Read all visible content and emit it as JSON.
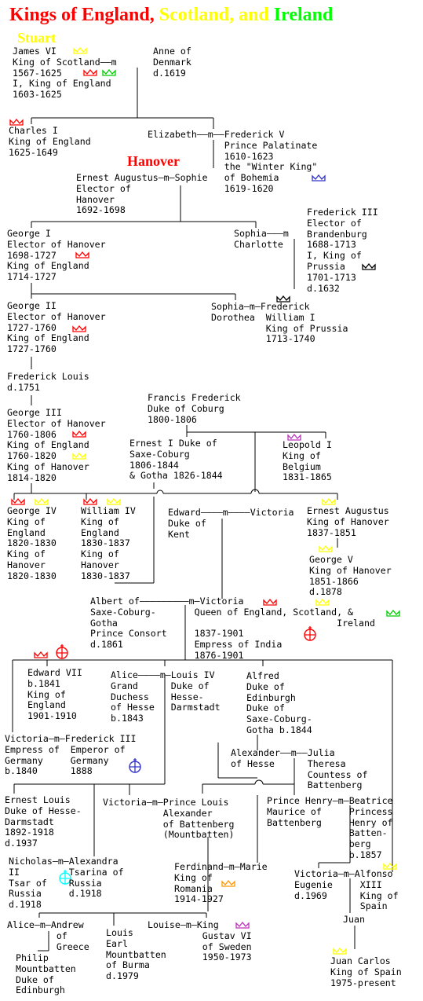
{
  "title": {
    "part1": "Kings of England,",
    "part2": "Scotland,",
    "part3": "and",
    "part4": "Ireland",
    "colors": {
      "england": "#ff0000",
      "scotland": "#ffff00",
      "ireland": "#00ff00"
    }
  },
  "sections": {
    "stuart": "Stuart",
    "hanover": "Hanover"
  },
  "colors": {
    "england": "#ff0000",
    "scotland": "#ffff00",
    "ireland": "#00ff00",
    "bohemia": "#3333cc",
    "prussia": "#000000",
    "belgium": "#bb33bb",
    "romania": "#ff9900",
    "sweden": "#bb33bb",
    "spain": "#ffff00",
    "russia": "#00ffff",
    "india": "#ff0000",
    "germany": "#3333cc"
  },
  "nodes": {
    "james_vi": "James VI\nKing of Scotland——m\n1567-1625\nI, King of England\n1603-1625",
    "anne": "Anne of\nDenmark\nd.1619",
    "charles_i": "Charles I\nKing of England\n1625-1649",
    "elizabeth": "Elizabeth——m——Frederick V\n              Prince Palatinate\n              1610-1623\n              the \"Winter King\"\n              of Bohemia\n              1619-1620",
    "ernest_aug": "Ernest Augustus—m—Sophie\nElector of\nHanover\n1692-1698",
    "george_i": "George I\nElector of Hanover\n1698-1727\nKing of England\n1714-1727",
    "sophia_charlotte": "Sophia———m\nCharlotte",
    "fred_iii": "Frederick III\nElector of\nBrandenburg\n1688-1713\nI, King of\nPrussia\n1701-1713\nd.1632",
    "george_ii": "George II\nElector of Hanover\n1727-1760\nKing of England\n1727-1760",
    "sophia_dorothea": "Sophia—m—Frederick\nDorothea  William I\n          King of Prussia\n          1713-1740",
    "fred_louis": "Frederick Louis\nd.1751",
    "francis_fred": "Francis Frederick\nDuke of Coburg\n1800-1806",
    "george_iii": "George III\nElector of Hanover\n1760-1806\nKing of England\n1760-1820\nKing of Hanover\n1814-1820",
    "ernest_i": "Ernest I Duke of\nSaxe-Coburg\n1806-1844\n& Gotha 1826-1844",
    "leopold": "Leopold I\nKing of\nBelgium\n1831-1865",
    "george_iv": "George IV\nKing of\nEngland\n1820-1830\nKing of\nHanover\n1820-1830",
    "william_iv": "William IV\nKing of\nEngland\n1830-1837\nKing of\nHanover\n1830-1837",
    "edward_kent": "Edward————m————Victoria\nDuke of\nKent",
    "ernest_aug_h": "Ernest Augustus\nKing of Hanover\n1837-1851",
    "george_v_h": "George V\nKing of Hanover\n1851-1866\nd.1878",
    "albert": "Albert of—————————m—Victoria\nSaxe-Coburg-       Queen of England, Scotland, &\nGotha                                        Ireland\nPrince Consort     1837-1901\nd.1861             Empress of India\n                   1876-1901",
    "edward_vii": "Edward VII\nb.1841\nKing of\nEngland\n1901-1910",
    "alice": "Alice————m—Louis IV\nGrand      Duke of\nDuchess    Hesse-\nof Hesse   Darmstadt\nb.1843",
    "alfred": "Alfred\nDuke of\nEdinburgh\nDuke of\nSaxe-Coburg-\nGotha b.1844",
    "victoria_g": "Victoria—m—Frederick III\nEmpress of  Emperor of\nGermany     Germany\nb.1840      1888",
    "alexander": "Alexander——m——Julia\nof Hesse      Theresa\n              Countess of\n              Battenberg",
    "ernest_louis": "Ernest Louis\nDuke of Hesse-\nDarmstadt\n1892-1918\nd.1937",
    "victoria_b": "Victoria—m—Prince Louis\n           Alexander\n           of Battenberg\n           (Mountbatten)",
    "henry": "Prince Henry—m—Beatrice\nMaurice of     Princess\nBattenberg     Henry of\n               Batten-\n               berg\n               b.1857",
    "nicholas": "Nicholas—m—Alexandra\nII         Tsarina of\nTsar of    Russia\nRussia     d.1918\nd.1918",
    "ferdinand": "Ferdinand—m—Marie\nKing of\nRomania\n1914-1927",
    "victoria_e": "Victoria—m—Alfonso\nEugenie     XIII\nd.1969      King of\n            Spain",
    "juan": "Juan",
    "alice_a": "Alice—m—Andrew\n         of\n         Greece",
    "louis_m": "Louis\nEarl\nMountbatten\nof Burma\nd.1979",
    "louise": "Louise—m—King\n          Gustav VI\n          of Sweden\n          1950-1973",
    "philip": "Philip\nMountbatten\nDuke of\nEdinburgh",
    "juan_carlos": "Juan Carlos\nKing of Spain\n1975-present"
  }
}
